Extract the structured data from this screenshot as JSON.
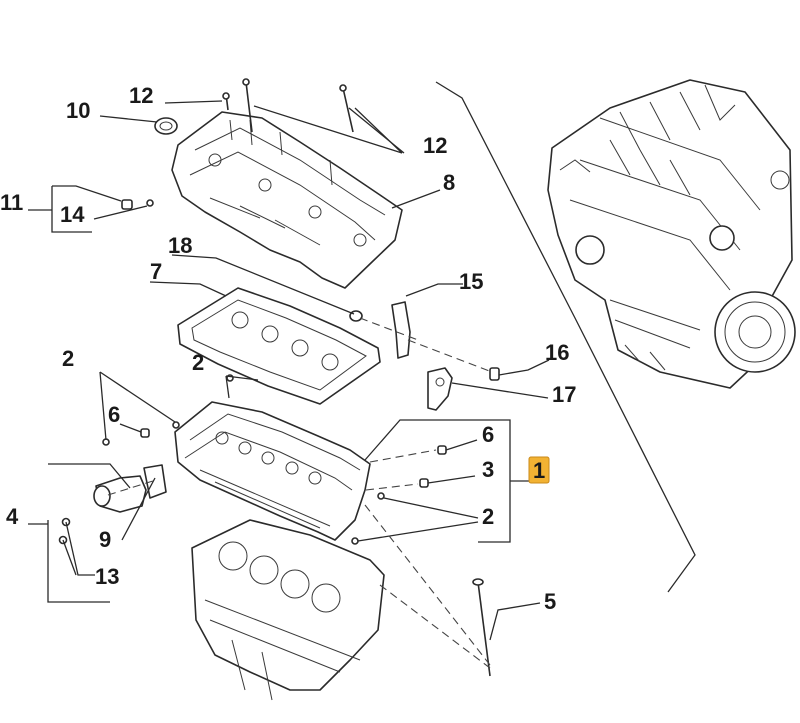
{
  "highlight_color": "#f2b233",
  "callouts": {
    "c12a": "12",
    "c10": "10",
    "c12b": "12",
    "c11": "11",
    "c14": "14",
    "c8": "8",
    "c18": "18",
    "c7": "7",
    "c15": "15",
    "c16": "16",
    "c17": "17",
    "c2a": "2",
    "c2b": "2",
    "c6a": "6",
    "c6b": "6",
    "c3": "3",
    "c1": "1",
    "c2c": "2",
    "c4": "4",
    "c9": "9",
    "c13": "13",
    "c5": "5"
  }
}
